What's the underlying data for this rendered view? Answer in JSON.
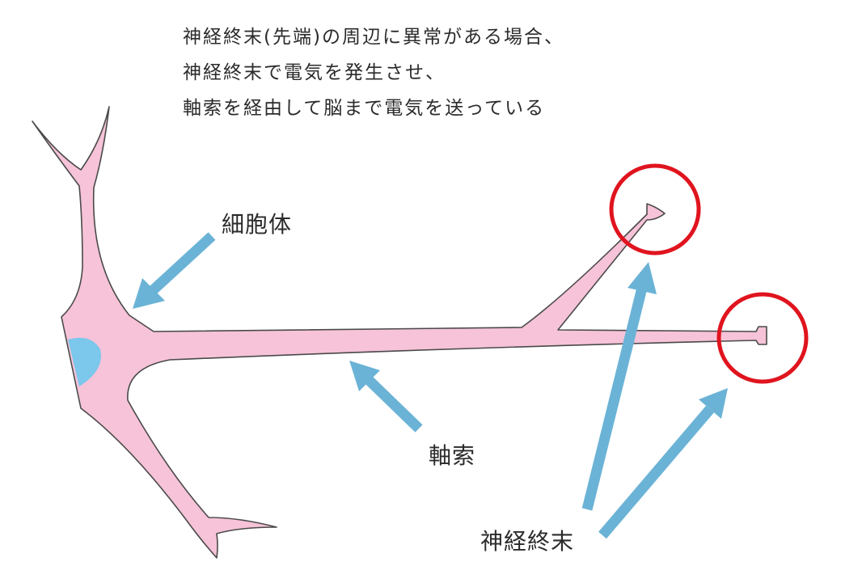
{
  "caption": {
    "lines": [
      "神経終末(先端)の周辺に異常がある場合、",
      "神経終末で電気を発生させ、",
      "軸索を経由して脳まで電気を送っている"
    ]
  },
  "labels": {
    "cell_body": "細胞体",
    "axon": "軸索",
    "nerve_ending": "神経終末"
  },
  "colors": {
    "neuron_fill": "#f6c3d8",
    "neuron_outline": "#4a4a4a",
    "nucleus": "#7cc7ec",
    "arrow": "#6bb3d6",
    "highlight_circle": "#e0141e",
    "text": "#2b2b2b"
  }
}
